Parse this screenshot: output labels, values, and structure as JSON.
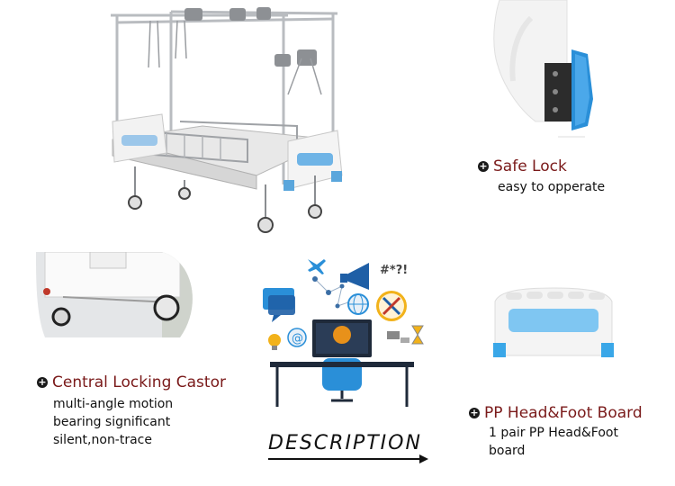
{
  "features": {
    "safe_lock": {
      "title": "Safe Lock",
      "desc": [
        "easy to opperate"
      ]
    },
    "castor": {
      "title": "Central Locking Castor",
      "desc": [
        "multi-angle motion",
        "bearing significant",
        "silent,non-trace"
      ]
    },
    "board": {
      "title": "PP Head&Foot Board",
      "desc": [
        "1 pair PP Head&Foot",
        "board"
      ]
    }
  },
  "illustration": {
    "label": "DESCRIPTION",
    "symbols": "#*?!"
  },
  "icons": [
    "plus-bullet-icon",
    "airplane-icon",
    "megaphone-icon",
    "globe-icon",
    "tools-icon",
    "chat-bubble-icon",
    "lightbulb-icon",
    "at-sign-icon",
    "hourglass-icon",
    "person-at-computer-icon"
  ],
  "colors": {
    "title": "#7a1a1a",
    "bed_blue": "#5aa6dc",
    "board_blue": "#7fc6f2",
    "lock_blue": "#2a8fd8"
  }
}
